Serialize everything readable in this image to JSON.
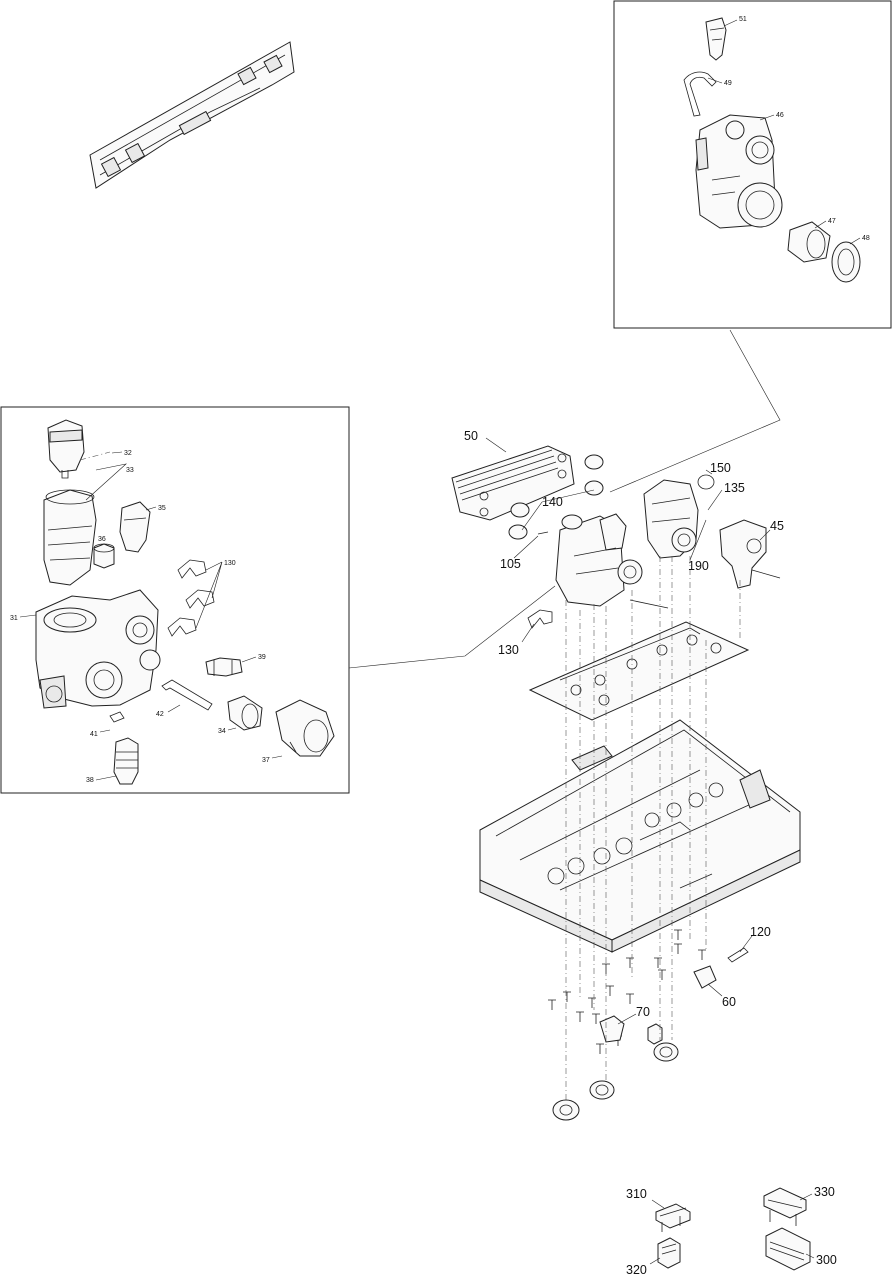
{
  "callouts_main": [
    "50",
    "150",
    "135",
    "140",
    "45",
    "105",
    "190",
    "130",
    "120",
    "60",
    "70"
  ],
  "callouts_inset_top": [
    "51",
    "49",
    "46",
    "47",
    "48"
  ],
  "callouts_inset_left": [
    "32",
    "33",
    "35",
    "36",
    "130",
    "31",
    "39",
    "42",
    "41",
    "34",
    "37",
    "38"
  ],
  "callouts_connectors": [
    "310",
    "330",
    "320",
    "300"
  ]
}
